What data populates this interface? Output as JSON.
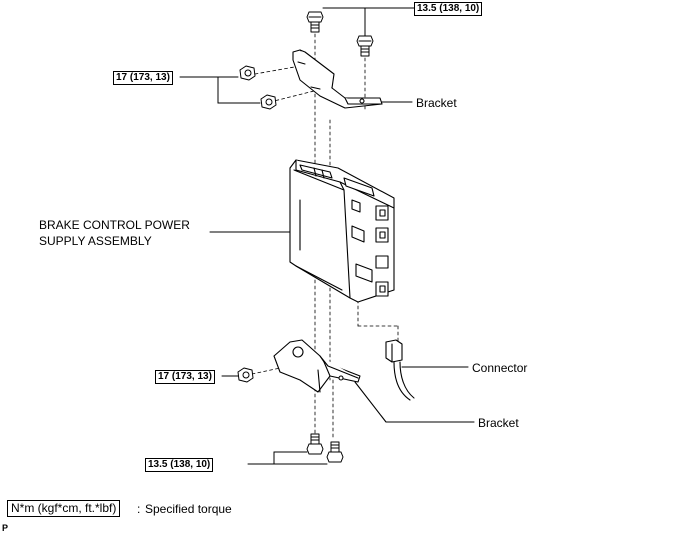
{
  "torque_labels": {
    "top_bolts": "13.5 (138, 10)",
    "top_nuts": "17 (173, 13)",
    "bottom_nut": "17 (173, 13)",
    "bottom_bolts": "13.5 (138, 10)"
  },
  "part_labels": {
    "top_bracket": "Bracket",
    "assembly_line1": "BRAKE CONTROL POWER",
    "assembly_line2": "SUPPLY ASSEMBLY",
    "connector": "Connector",
    "bottom_bracket": "Bracket"
  },
  "legend": {
    "unit_box": "N*m (kgf*cm, ft.*lbf)",
    "separator": ":",
    "description": "Specified torque"
  },
  "corner_code": "P"
}
